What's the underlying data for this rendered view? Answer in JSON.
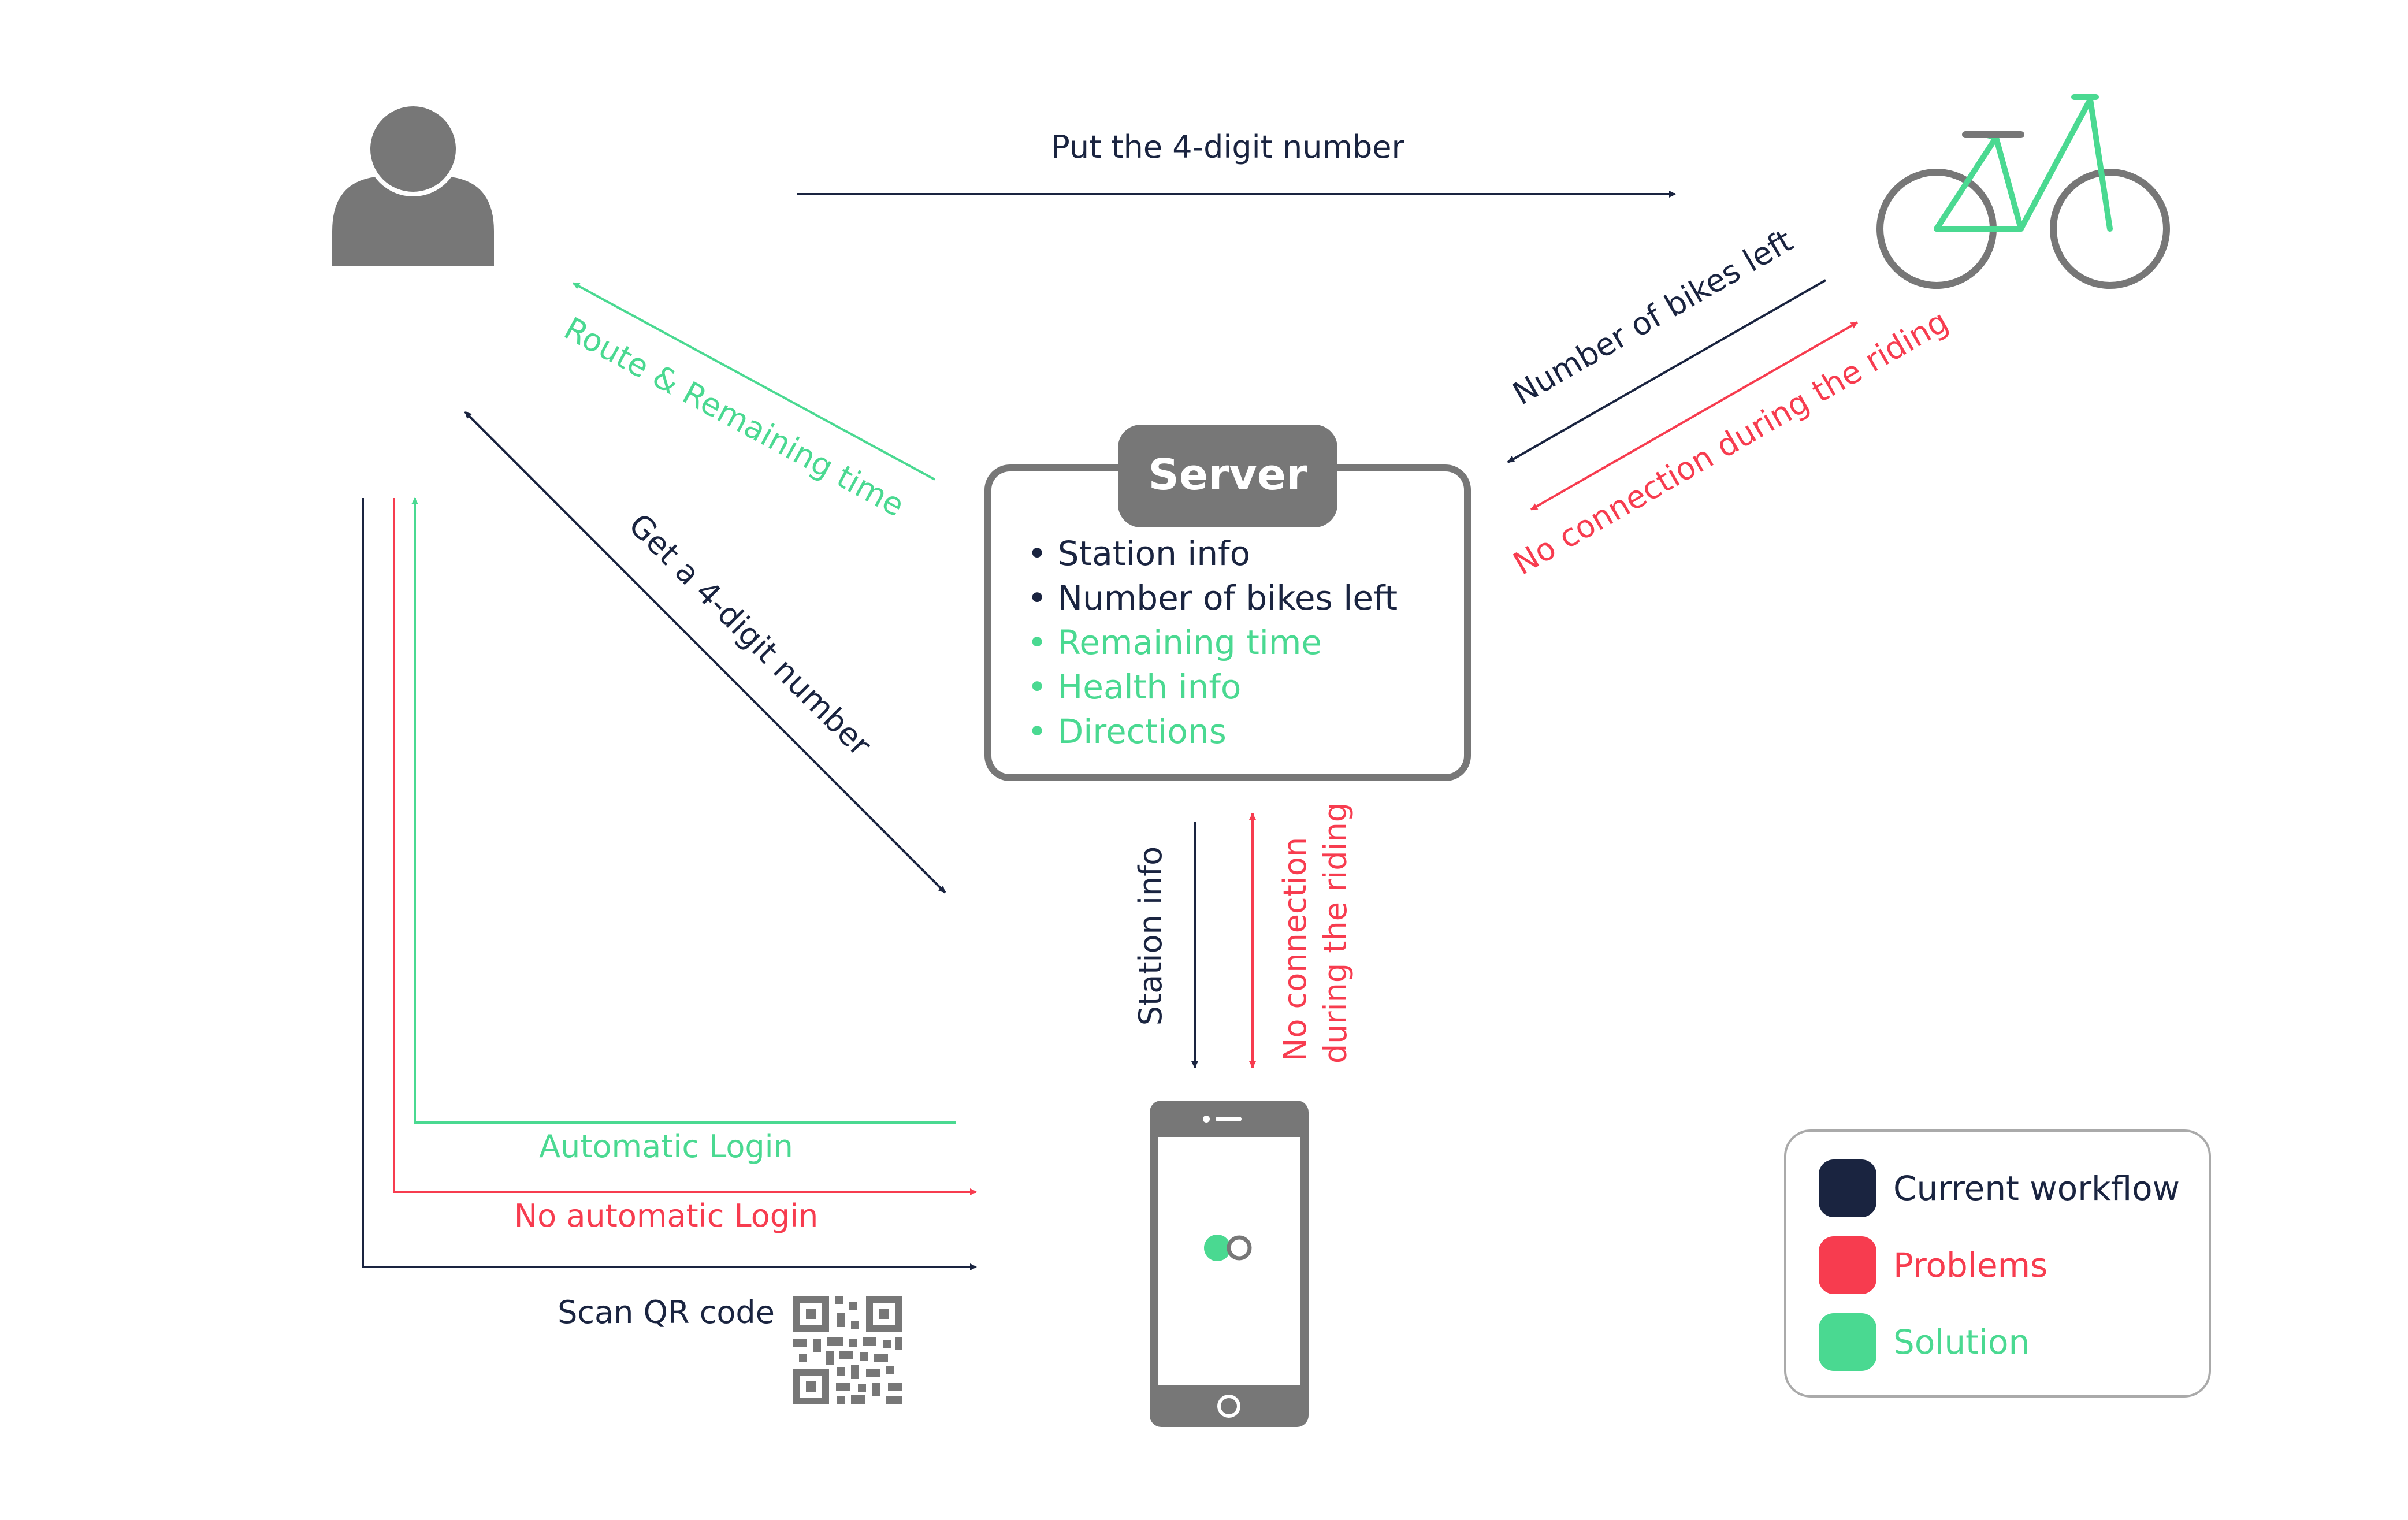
{
  "colors": {
    "navy": "#1a2440",
    "red": "#f73c4f",
    "green": "#4ad991",
    "gray": "#777777",
    "legend_border": "#aaaaaa"
  },
  "icons": {
    "user": "user-icon",
    "bike": "bicycle-icon",
    "phone": "smartphone-icon",
    "qr": "qr-code-icon"
  },
  "server": {
    "title": "Server",
    "items": [
      {
        "text": "• Station info",
        "color": "navy"
      },
      {
        "text": "• Number of bikes left",
        "color": "navy"
      },
      {
        "text": "• Remaining time",
        "color": "green"
      },
      {
        "text": "• Health info",
        "color": "green"
      },
      {
        "text": "• Directions",
        "color": "green"
      }
    ]
  },
  "edges": {
    "user_to_bike": "Put the 4-digit number",
    "bike_to_server": "Number of bikes left",
    "bike_server_problem": "No connection during the riding",
    "server_to_user": "Route & Remaining time",
    "user_phone_digit": "Get a 4-digit number",
    "server_to_phone": "Station info",
    "phone_server_problem_line1": "No connection",
    "phone_server_problem_line2": "during the riding",
    "auto_login": "Automatic Login",
    "no_auto_login": "No automatic Login",
    "scan_qr": "Scan QR code"
  },
  "legend": {
    "items": [
      {
        "label": "Current workflow",
        "color": "navy"
      },
      {
        "label": "Problems",
        "color": "red"
      },
      {
        "label": "Solution",
        "color": "green"
      }
    ]
  }
}
